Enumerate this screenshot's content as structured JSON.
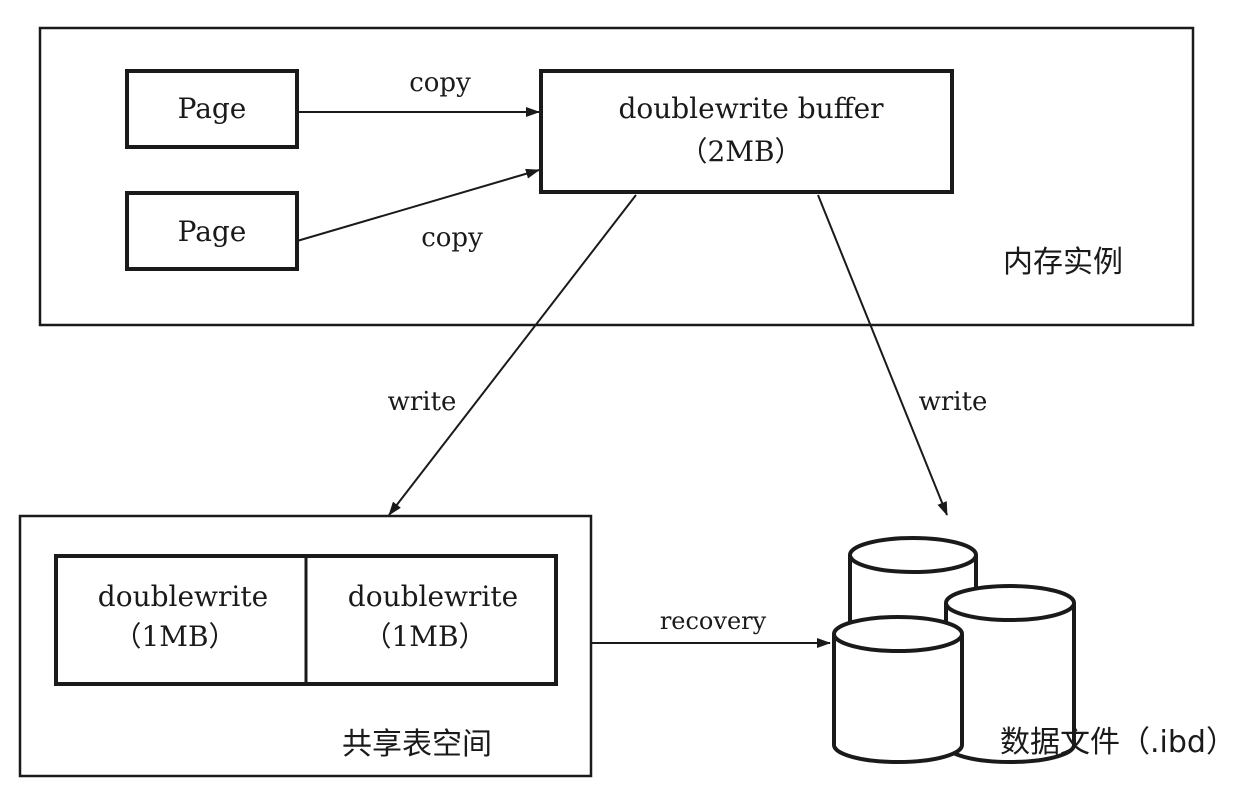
{
  "memory_instance": {
    "label": "内存实例",
    "page_1": "Page",
    "page_2": "Page",
    "buffer_line1": "doublewrite buffer",
    "buffer_line2": "（2MB）",
    "copy_label_1": "copy",
    "copy_label_2": "copy"
  },
  "write_label_left": "write",
  "write_label_right": "write",
  "shared_tablespace": {
    "label": "共享表空间",
    "dw1_line1": "doublewrite",
    "dw1_line2": "（1MB）",
    "dw2_line1": "doublewrite",
    "dw2_line2": "（1MB）"
  },
  "recovery_label": "recovery",
  "data_files_label": "数据文件（.ibd）"
}
